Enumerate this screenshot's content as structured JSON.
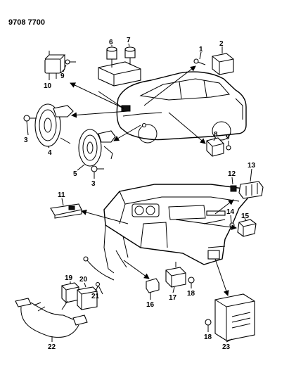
{
  "header": {
    "code": "9708 7700"
  },
  "callouts": {
    "c1": "1",
    "c2": "2",
    "c3a": "3",
    "c3b": "3",
    "c4": "4",
    "c5": "5",
    "c6": "6",
    "c7": "7",
    "c8": "8",
    "c9a": "9",
    "c9b": "9",
    "c10": "10",
    "c11": "11",
    "c12": "12",
    "c13": "13",
    "c14": "14",
    "c15": "15",
    "c16": "16",
    "c17": "17",
    "c18a": "18",
    "c18b": "18",
    "c19": "19",
    "c20": "20",
    "c21": "21",
    "c22": "22",
    "c23": "23"
  }
}
